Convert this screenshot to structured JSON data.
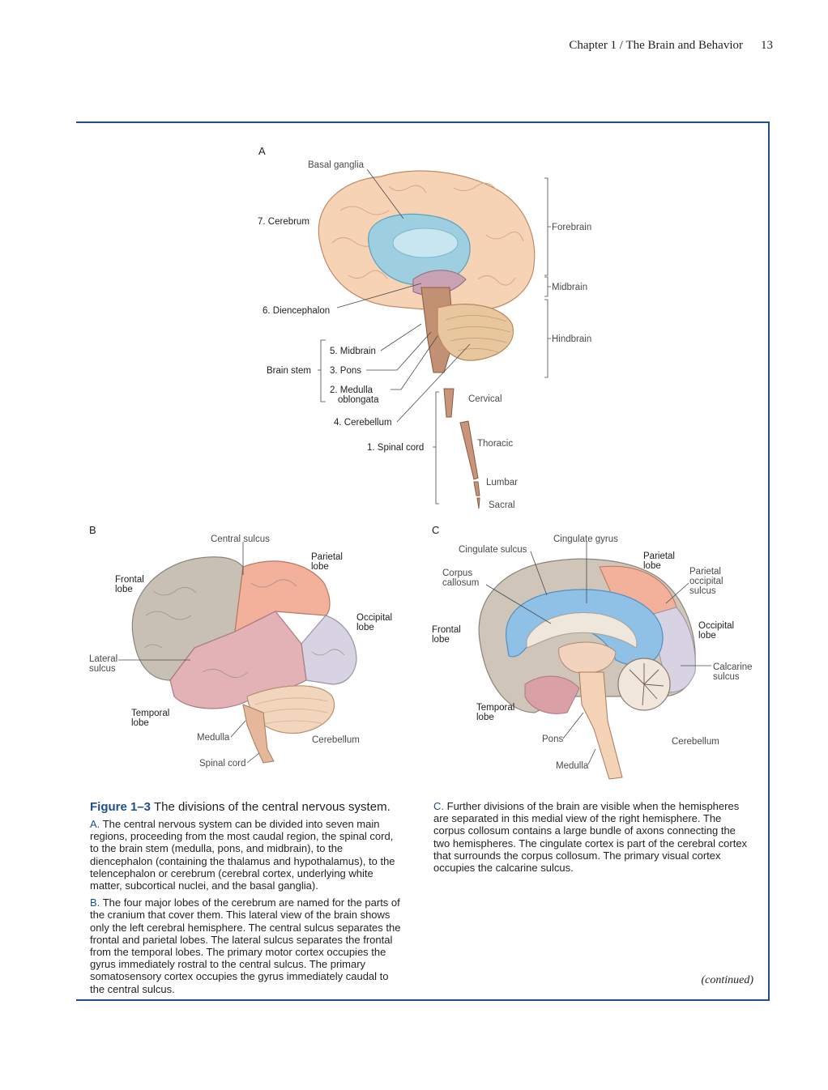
{
  "running_head": {
    "text": "Chapter 1 / The Brain and Behavior",
    "page_number": "13"
  },
  "panel_a": {
    "letter": "A",
    "labels": {
      "basal_ganglia": "Basal ganglia",
      "cerebrum": "7. Cerebrum",
      "diencephalon": "6. Diencephalon",
      "midbrain_num": "5. Midbrain",
      "brain_stem": "Brain stem",
      "pons": "3. Pons",
      "medulla_1": "2. Medulla",
      "medulla_2": "oblongata",
      "cerebellum": "4. Cerebellum",
      "spinal_cord": "1. Spinal cord",
      "forebrain": "Forebrain",
      "midbrain": "Midbrain",
      "hindbrain": "Hindbrain",
      "cervical": "Cervical",
      "thoracic": "Thoracic",
      "lumbar": "Lumbar",
      "sacral": "Sacral"
    }
  },
  "panel_b": {
    "letter": "B",
    "labels": {
      "central_sulcus": "Central sulcus",
      "parietal_1": "Parietal",
      "parietal_2": "lobe",
      "frontal_1": "Frontal",
      "frontal_2": "lobe",
      "occipital_1": "Occipital",
      "occipital_2": "lobe",
      "lateral_1": "Lateral",
      "lateral_2": "sulcus",
      "temporal_1": "Temporal",
      "temporal_2": "lobe",
      "medulla": "Medulla",
      "cerebellum": "Cerebellum",
      "spinal_cord": "Spinal cord"
    }
  },
  "panel_c": {
    "letter": "C",
    "labels": {
      "cingulate_gyrus": "Cingulate gyrus",
      "cingulate_sulcus": "Cingulate sulcus",
      "corpus_1": "Corpus",
      "corpus_2": "callosum",
      "parietal_1": "Parietal",
      "parietal_2": "lobe",
      "po_sulcus_1": "Parietal",
      "po_sulcus_2": "occipital",
      "po_sulcus_3": "sulcus",
      "frontal_1": "Frontal",
      "frontal_2": "lobe",
      "occipital_1": "Occipital",
      "occipital_2": "lobe",
      "calcarine_1": "Calcarine",
      "calcarine_2": "sulcus",
      "temporal_1": "Temporal",
      "temporal_2": "lobe",
      "pons": "Pons",
      "cerebellum": "Cerebellum",
      "medulla": "Medulla"
    }
  },
  "caption": {
    "label": "Figure 1–3",
    "title": "The divisions of the central nervous system.",
    "para_a_letter": "A.",
    "para_a": "The central nervous system can be divided into seven main regions, proceeding from the most caudal region, the spinal cord, to the brain stem (medulla, pons, and midbrain), to the diencephalon (containing the thalamus and hypothalamus), to the telencephalon or cerebrum (cerebral cortex, underlying white matter, subcortical nuclei, and the basal ganglia).",
    "para_b_letter": "B.",
    "para_b": "The four major lobes of the cerebrum are named for the parts of the cranium that cover them. This lateral view of the brain shows only the left cerebral hemisphere. The central sulcus separates the frontal and parietal lobes. The lateral sulcus separates the frontal from the temporal lobes. The primary motor cortex occupies the gyrus immediately rostral to the central sulcus. The primary somatosensory cortex occupies the gyrus immediately caudal to the central sulcus.",
    "para_c_letter": "C.",
    "para_c": "Further divisions of the brain are visible when the hemispheres are separated in this medial view of the right hemisphere. The corpus collosum contains a large bundle of axons connecting the two hemispheres. The cingulate cortex is part of the cerebral cortex that surrounds the corpus collosum. The primary visual cortex occupies the calcarine sulcus.",
    "continued": "(continued)"
  }
}
